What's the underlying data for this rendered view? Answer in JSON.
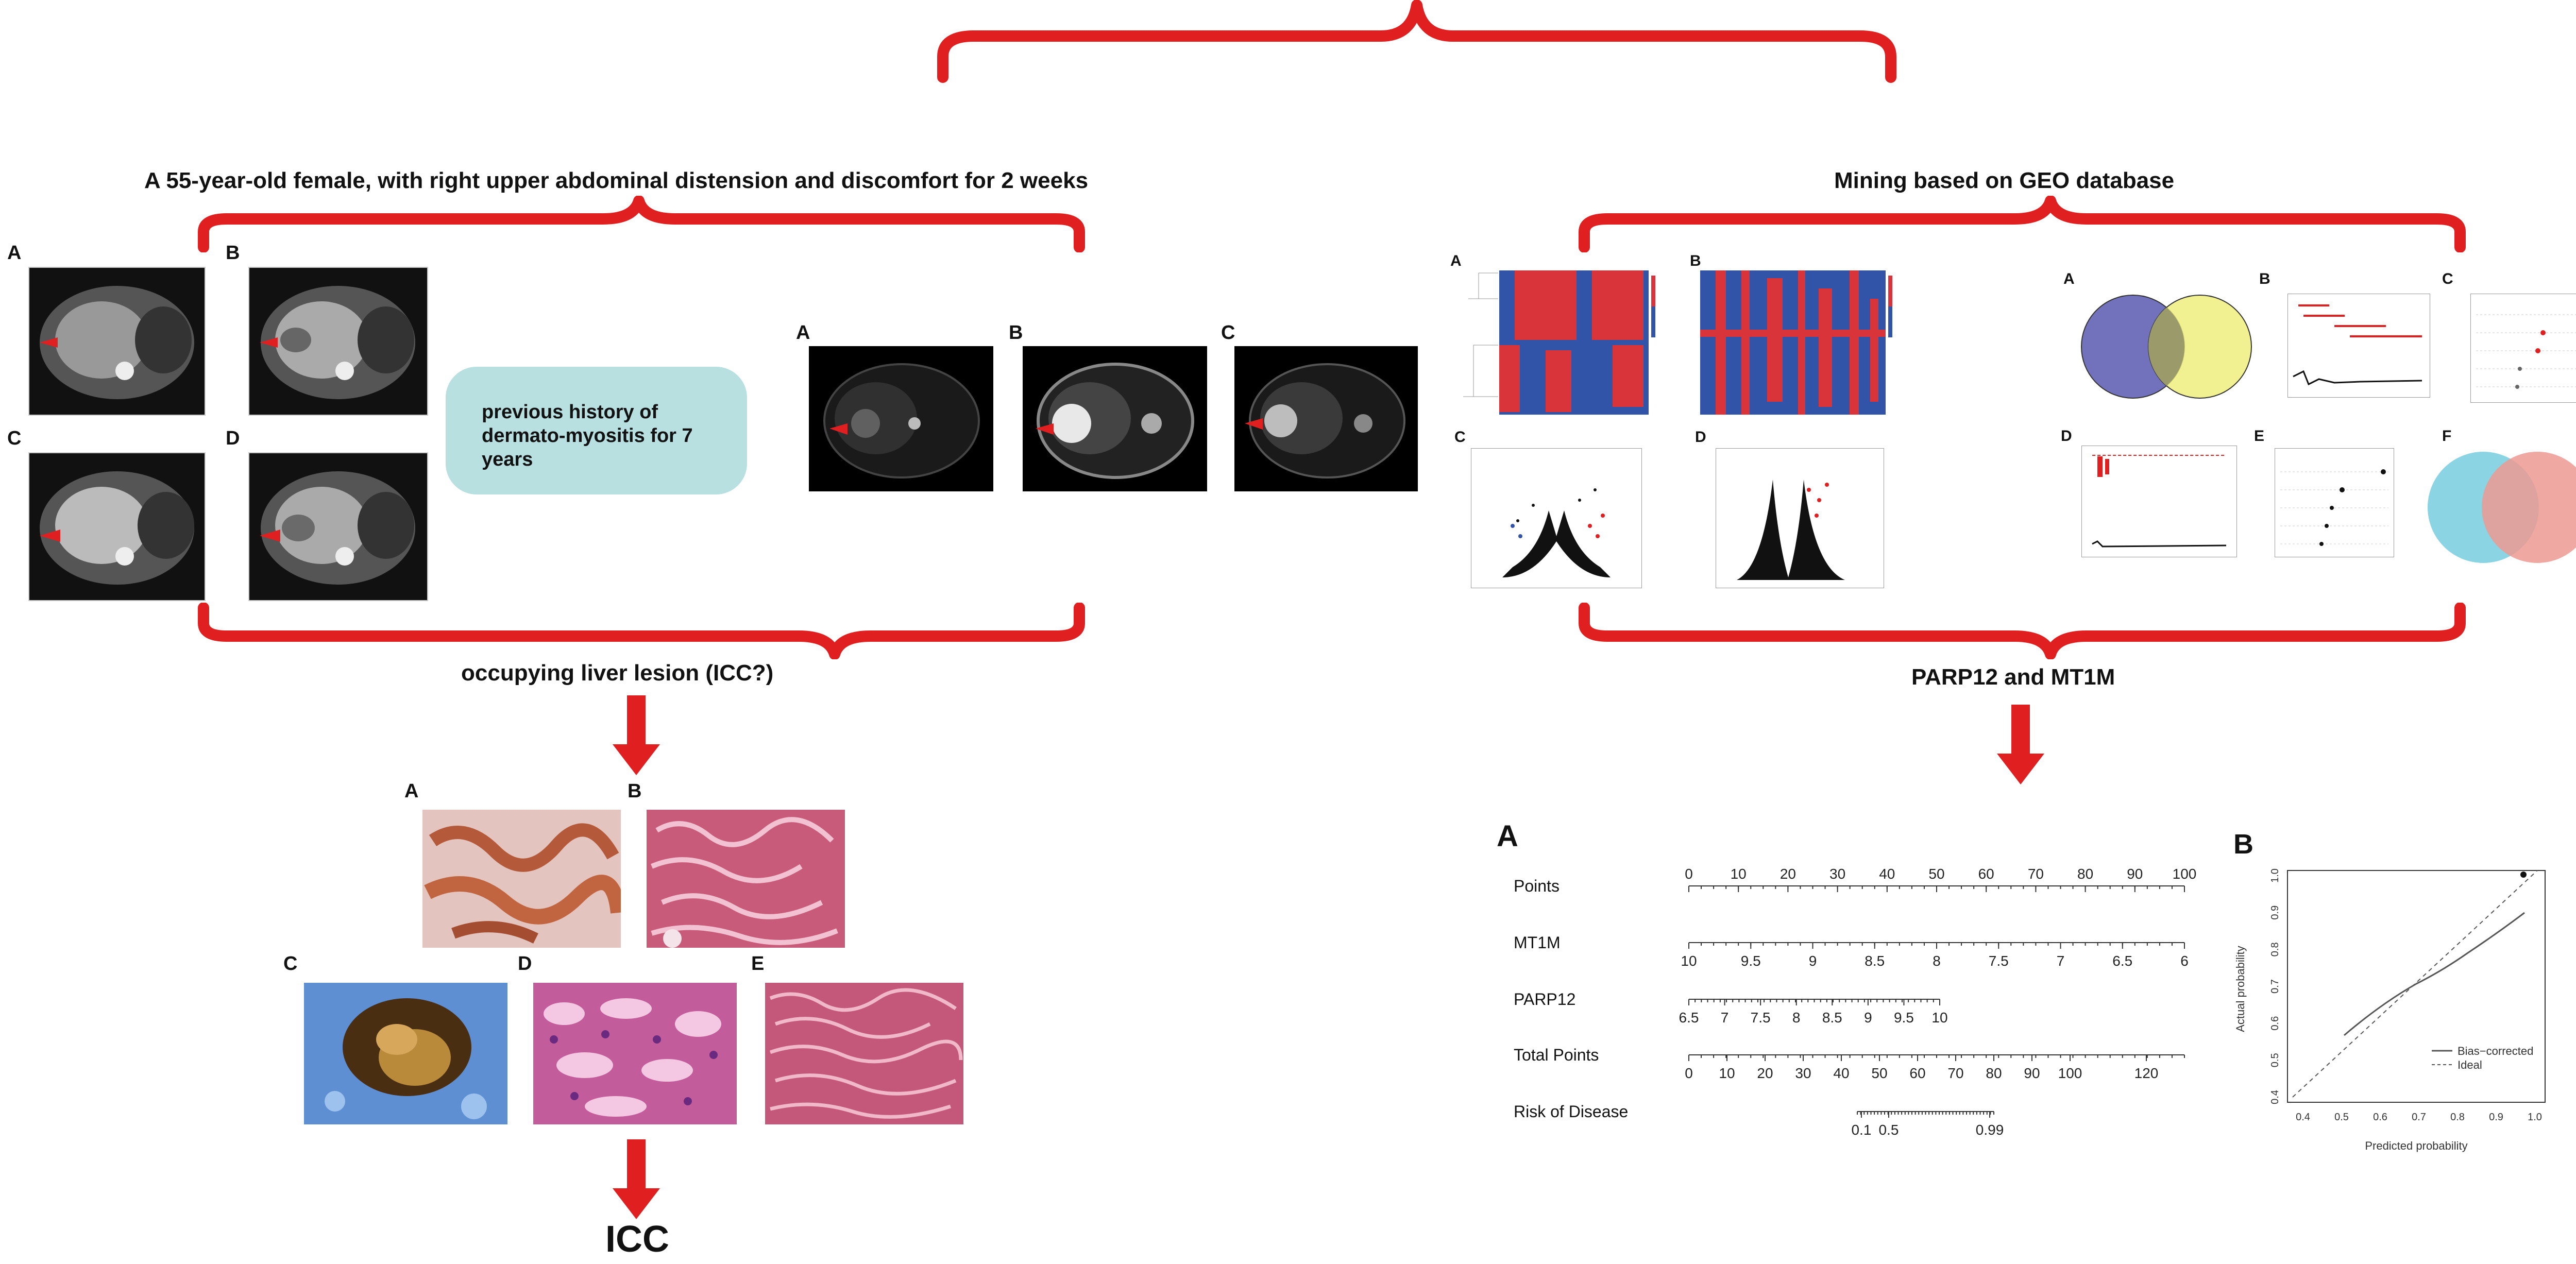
{
  "left": {
    "title": "A 55-year-old female, with right upper abdominal distension and discomfort for 2 weeks",
    "ct_letters": [
      "A",
      "B",
      "C",
      "D"
    ],
    "history": "previous history of dermato-myositis for 7 years",
    "mri_letters": [
      "A",
      "B",
      "C"
    ],
    "lesion_label": "occupying liver lesion  (ICC?)",
    "path_letters": [
      "A",
      "B",
      "C",
      "D",
      "E"
    ],
    "final_label": "ICC"
  },
  "right": {
    "title": "Mining based on GEO database",
    "heat_letters": [
      "A",
      "B",
      "C",
      "D"
    ],
    "ml_letters": [
      "A",
      "B",
      "C",
      "D",
      "E",
      "F"
    ],
    "result_label": "PARP12 and MT1M",
    "nomo_letter": "A",
    "calib_letter": "B"
  },
  "nomogram": {
    "rows": [
      {
        "label": "Points",
        "ticks": [
          "0",
          "10",
          "20",
          "30",
          "40",
          "50",
          "60",
          "70",
          "80",
          "90",
          "100"
        ]
      },
      {
        "label": "MT1M",
        "ticks": [
          "10",
          "9.5",
          "9",
          "8.5",
          "8",
          "7.5",
          "7",
          "6.5",
          "6"
        ]
      },
      {
        "label": "PARP12",
        "ticks": [
          "6.5",
          "7",
          "7.5",
          "8",
          "8.5",
          "9",
          "9.5",
          "10"
        ]
      },
      {
        "label": "Total Points",
        "ticks": [
          "0",
          "10",
          "20",
          "30",
          "40",
          "50",
          "60",
          "70",
          "80",
          "90",
          "100",
          "120"
        ]
      },
      {
        "label": "Risk of Disease",
        "ticks": [
          "0.1",
          "0.5",
          "0.99"
        ]
      }
    ]
  },
  "calibration": {
    "y_label": "Actual probability",
    "x_label": "Predicted probability",
    "y_ticks": [
      "0.4",
      "0.5",
      "0.6",
      "0.7",
      "0.8",
      "0.9",
      "1.0"
    ],
    "x_ticks": [
      "0.4",
      "0.5",
      "0.6",
      "0.7",
      "0.8",
      "0.9",
      "1.0"
    ],
    "legend": [
      "Bias−corrected",
      "Ideal"
    ]
  },
  "colors": {
    "red": "#e02020",
    "bubble": "#b8e0e0",
    "venn_blue": "#6a6ab8",
    "venn_yellow": "#eeee77",
    "venn_cyan": "#7ecfe0",
    "venn_pink": "#ec9a92"
  }
}
